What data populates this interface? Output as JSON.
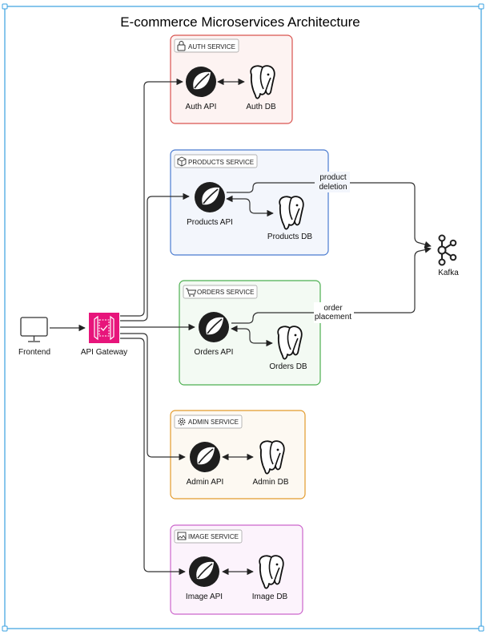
{
  "title": "E-commerce Microservices Architecture",
  "frontend": {
    "label": "Frontend",
    "icon": "monitor-icon"
  },
  "gateway": {
    "label": "API Gateway",
    "icon": "api-gateway-icon",
    "color": "#e7157b"
  },
  "kafka": {
    "label": "Kafka",
    "icon": "kafka-icon"
  },
  "services": {
    "auth": {
      "group": "AUTH SERVICE",
      "api": "Auth API",
      "db": "Auth DB",
      "group_icon": "lock-icon",
      "border": "#d9534f",
      "fill": "#fdf3f2"
    },
    "products": {
      "group": "PRODUCTS SERVICE",
      "api": "Products API",
      "db": "Products DB",
      "group_icon": "cube-icon",
      "border": "#4a7bd0",
      "fill": "#f3f6fc"
    },
    "orders": {
      "group": "ORDERS SERVICE",
      "api": "Orders API",
      "db": "Orders DB",
      "group_icon": "cart-icon",
      "border": "#4caf50",
      "fill": "#f3faf3"
    },
    "admin": {
      "group": "ADMIN SERVICE",
      "api": "Admin API",
      "db": "Admin DB",
      "group_icon": "gear-icon",
      "border": "#e39b2c",
      "fill": "#fdf9f2"
    },
    "image": {
      "group": "IMAGE SERVICE",
      "api": "Image API",
      "db": "Image DB",
      "group_icon": "image-icon",
      "border": "#cc66cc",
      "fill": "#fcf3fc"
    }
  },
  "edges": {
    "product_deletion": {
      "line1": "product",
      "line2": "deletion"
    },
    "order_placement": {
      "line1": "order",
      "line2": "placement"
    }
  },
  "icons": {
    "api": "spring-icon",
    "db": "postgres-elephant-icon"
  }
}
